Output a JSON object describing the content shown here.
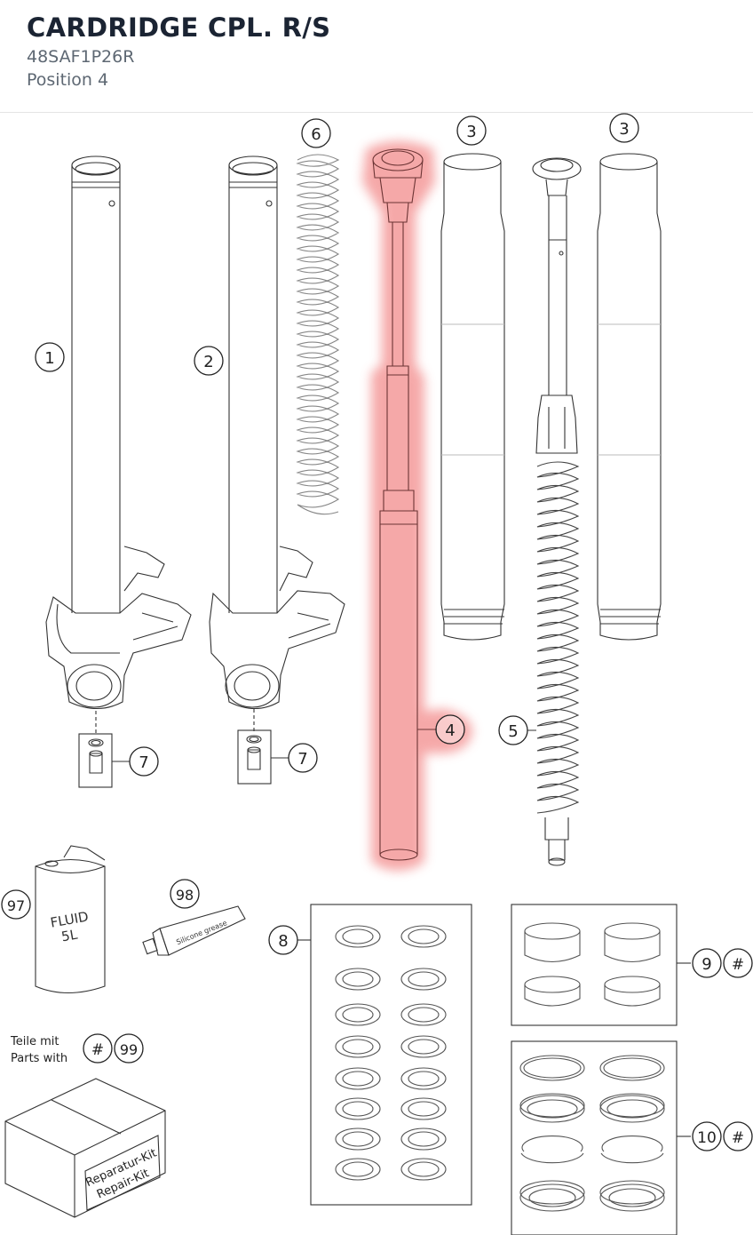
{
  "header": {
    "title": "CARDRIDGE CPL. R/S",
    "part_number": "48SAF1P26R",
    "position": "Position 4"
  },
  "diagram": {
    "highlight_color": "#f49a9a",
    "callouts": [
      "1",
      "2",
      "3",
      "3",
      "4",
      "5",
      "6",
      "7",
      "7",
      "8",
      "9",
      "#",
      "10",
      "#",
      "97",
      "98",
      "#",
      "99"
    ],
    "fluid_label": [
      "FLUID",
      "5L"
    ],
    "grease_label": "Silicone grease",
    "parts_with_label": [
      "Teile mit",
      "Parts with"
    ],
    "repair_kit_label": [
      "Reparatur-Kit",
      "Repair-Kit"
    ]
  }
}
